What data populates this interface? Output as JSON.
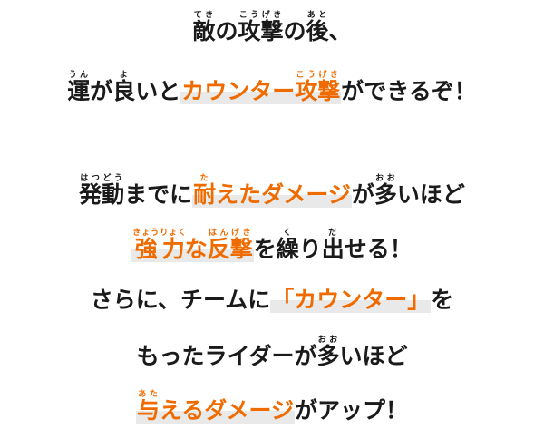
{
  "colors": {
    "accent": "#ef6b00",
    "text": "#1a1a1a",
    "highlight": "#e9e9e9"
  },
  "line1": {
    "w1": "敵",
    "w1_ruby": "てき",
    "t1": "の",
    "w2": "攻撃",
    "w2_ruby": "こうげき",
    "t2": "の",
    "w3": "後",
    "w3_ruby": "あと",
    "t3": "、"
  },
  "line2": {
    "w1": "運",
    "w1_ruby": "うん",
    "t1": "が",
    "w2": "良",
    "w2_ruby": "よ",
    "t2": "いと",
    "h1": "カウンター",
    "h2": "攻撃",
    "h2_ruby": "こうげき",
    "t3": "ができるぞ！"
  },
  "line3": {
    "w1": "発動",
    "w1_ruby": "はつどう",
    "t1": "までに",
    "h1": "耐",
    "h1_ruby": "た",
    "h2": "えたダメージ",
    "t2": "が",
    "w2": "多",
    "w2_ruby": "おお",
    "t3": "いほど"
  },
  "line4": {
    "h1": "強力",
    "h1_ruby": "きょうりょく",
    "h2": "な",
    "h3": "反撃",
    "h3_ruby": "はんげき",
    "t1": "を",
    "w1": "繰",
    "w1_ruby": "く",
    "t2": "り",
    "w2": "出",
    "w2_ruby": "だ",
    "t3": "せる！"
  },
  "line5": {
    "t1": "さらに、チームに",
    "h1": "「カウンター」",
    "t2": "を"
  },
  "line6": {
    "t1": "もったライダーが",
    "w1": "多",
    "w1_ruby": "おお",
    "t2": "いほど"
  },
  "line7": {
    "h1": "与",
    "h1_ruby": "あた",
    "h2": "えるダメージ",
    "t1": "がアップ！"
  }
}
